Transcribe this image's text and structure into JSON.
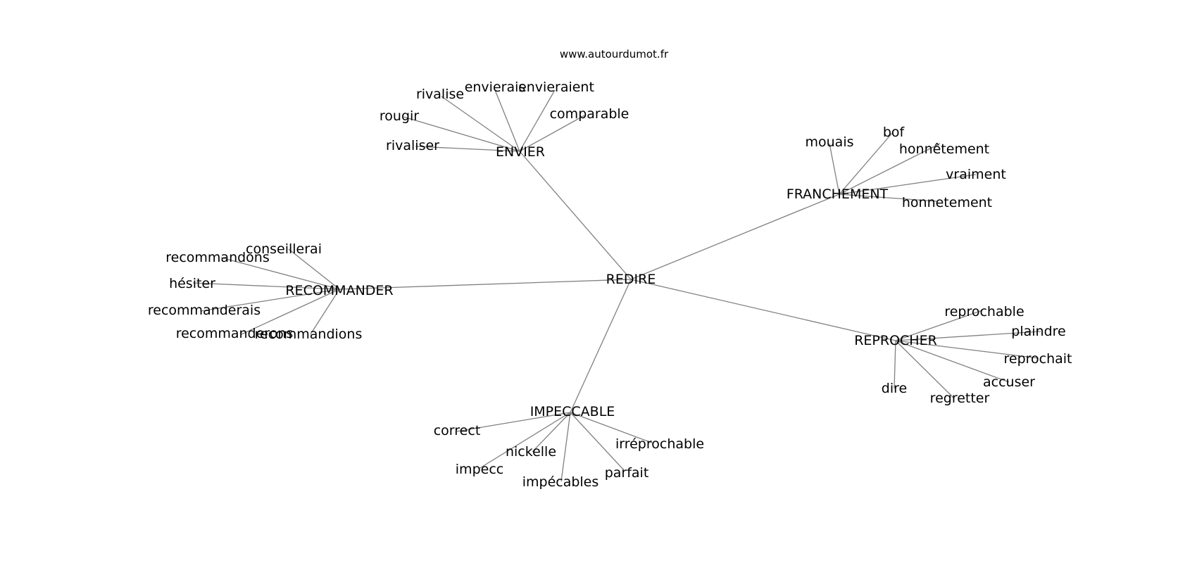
{
  "watermark": "www.autourdumot.fr",
  "center": "REDIRE",
  "clusters": [
    {
      "hub": "ENVIER",
      "words": [
        "rivaliser",
        "rougir",
        "rivalise",
        "envierais",
        "envieraient",
        "comparable"
      ]
    },
    {
      "hub": "FRANCHEMENT",
      "words": [
        "mouais",
        "bof",
        "honnêtement",
        "vraiment",
        "honnetement"
      ]
    },
    {
      "hub": "RECOMMANDER",
      "words": [
        "conseillerai",
        "recommandons",
        "hésiter",
        "recommanderais",
        "recommanderons",
        "recommandions"
      ]
    },
    {
      "hub": "REPROCHER",
      "words": [
        "reprochable",
        "plaindre",
        "reprochait",
        "accuser",
        "regretter",
        "dire"
      ]
    },
    {
      "hub": "IMPECCABLE",
      "words": [
        "correct",
        "nickelle",
        "impecc",
        "impécables",
        "parfait",
        "irréprochable"
      ]
    }
  ]
}
